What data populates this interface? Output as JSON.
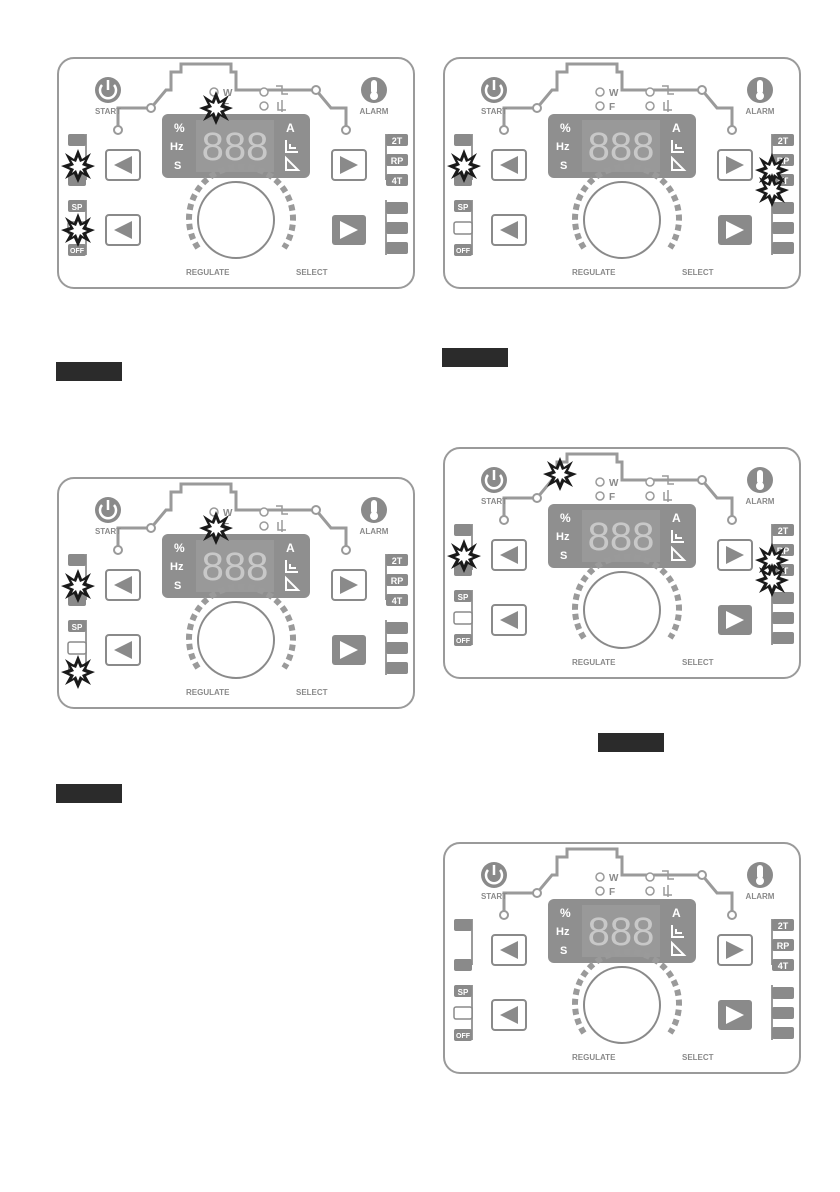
{
  "panel": {
    "start_label": "START",
    "alarm_label": "ALARM",
    "regulate_label": "REGULATE",
    "select_label": "SELECT",
    "indicator_w": "W",
    "indicator_f": "F",
    "unit_percent": "%",
    "unit_hz": "Hz",
    "unit_s": "S",
    "unit_a": "A",
    "display_digits": "888",
    "mode_2t": "2T",
    "mode_rp": "RP",
    "mode_4t": "4T",
    "pulse_sp": "SP",
    "pulse_off": "OFF"
  },
  "colors": {
    "panel_stroke": "#9a9a9a",
    "panel_fill": "#ffffff",
    "display_bg": "#8f8f8f",
    "button_gray": "#8a8a8a",
    "burst": "#1a1a1a",
    "label_box": "#2b2b2b"
  },
  "panels": [
    {
      "name": "panel-1",
      "bursts": [
        "arc-weld-mode",
        "pulse-sp",
        "w-indicator"
      ]
    },
    {
      "name": "panel-2",
      "bursts": [
        "arc-weld-mode",
        "mode-rp",
        "mode-4t"
      ]
    },
    {
      "name": "panel-3",
      "bursts": [
        "arc-weld-mode",
        "pulse-mode-waveform",
        "w-indicator"
      ]
    },
    {
      "name": "panel-4",
      "bursts": [
        "arc-weld-mode",
        "mode-rp",
        "mode-4t",
        "top-left-indicator"
      ]
    },
    {
      "name": "panel-5",
      "bursts": []
    }
  ]
}
